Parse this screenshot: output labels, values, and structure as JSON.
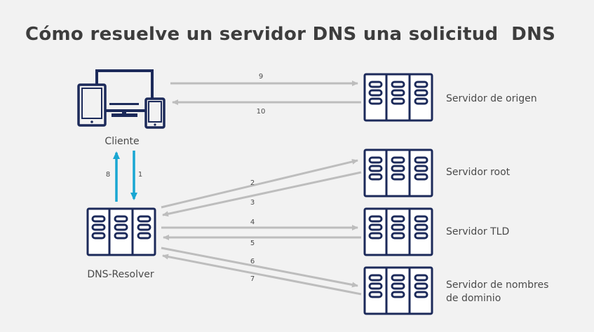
{
  "title": "Cómo resuelve un servidor DNS una solicitud  DNS",
  "nodes": {
    "client": "Cliente",
    "resolver": "DNS-Resolver",
    "origin": "Servidor de origen",
    "root": "Servidor root",
    "tld": "Servidor TLD",
    "authoritative_line1": "Servidor de nombres",
    "authoritative_line2": "de dominio"
  },
  "steps": {
    "s1": "1",
    "s2": "2",
    "s3": "3",
    "s4": "4",
    "s5": "5",
    "s6": "6",
    "s7": "7",
    "s8": "8",
    "s9": "9",
    "s10": "10"
  },
  "colors": {
    "navy": "#1c2a5a",
    "gray_arrow": "#bdbdbd",
    "blue_arrow": "#19a6d2",
    "background": "#f2f2f2"
  }
}
